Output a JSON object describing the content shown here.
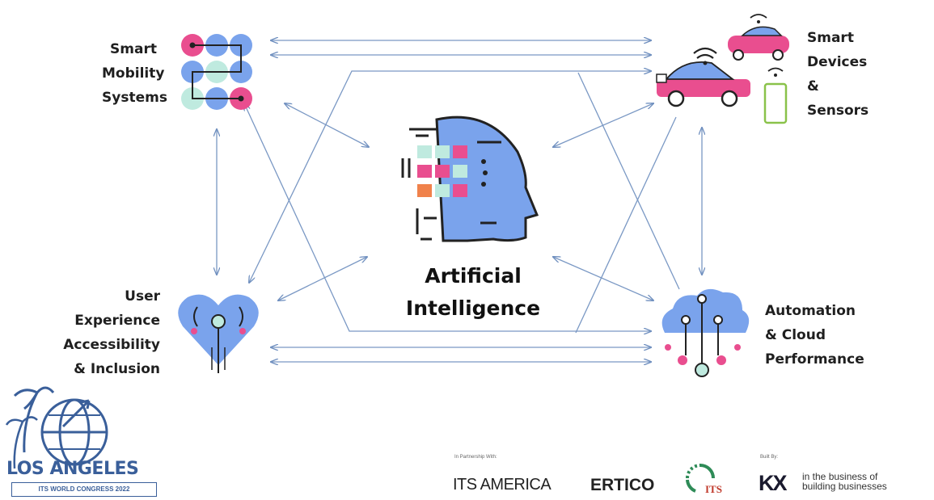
{
  "nodes": {
    "smart_mobility": "Smart\nMobility\nSystems",
    "smart_devices": "Smart\nDevices\n&\nSensors",
    "user_experience": "User\nExperience\nAccessibility\n& Inclusion",
    "automation_cloud": "Automation\n& Cloud\nPerformance",
    "center": "Artificial\nIntelligence"
  },
  "footer": {
    "city": "LOS ANGELES",
    "congress": "ITS WORLD CONGRESS 2022",
    "partnership_label": "In Partnership With:",
    "partner_its_america": "ITS AMERICA",
    "partner_ertico": "ERTICO",
    "partner_its": "ITS",
    "built_by_label": "Built By:",
    "builder_logo": "KX",
    "builder_tagline": "in the business of\nbuilding businesses"
  },
  "colors": {
    "arrow": "#7a98c4",
    "pink": "#e94e8f",
    "blue": "#7aa3ec",
    "mint": "#bfeadf",
    "dark": "#222222",
    "orange": "#f0824b",
    "navy": "#3a5f9a"
  }
}
